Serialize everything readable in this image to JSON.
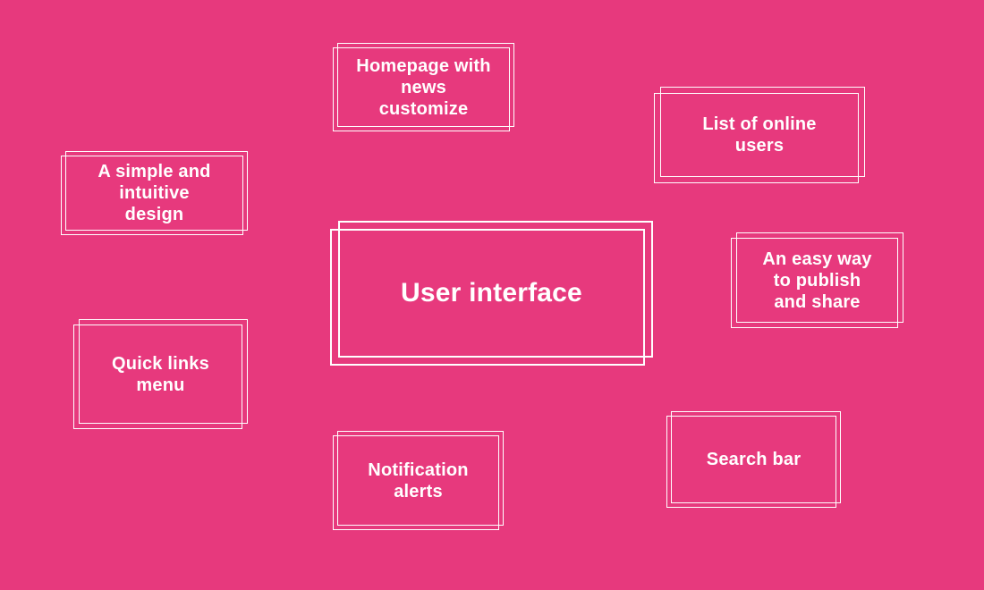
{
  "canvas": {
    "background_color": "#E7397D",
    "frame_line_color": "#FFFFFF",
    "text_color": "#FFFFFF"
  },
  "diagram": {
    "type": "mind-map",
    "center_label": "User interface",
    "nodes": [
      {
        "id": "user-interface",
        "role": "center",
        "label": "User interface"
      },
      {
        "id": "homepage-news",
        "role": "satellite",
        "label": "Homepage with\nnews\ncustomize"
      },
      {
        "id": "online-users",
        "role": "satellite",
        "label": "List of online\nusers"
      },
      {
        "id": "simple-design",
        "role": "satellite",
        "label": "A simple and\nintuitive\ndesign"
      },
      {
        "id": "publish-share",
        "role": "satellite",
        "label": "An easy way\nto publish\nand share"
      },
      {
        "id": "quick-links",
        "role": "satellite",
        "label": "Quick links\nmenu"
      },
      {
        "id": "notification-alerts",
        "role": "satellite",
        "label": "Notification\nalerts"
      },
      {
        "id": "search-bar",
        "role": "satellite",
        "label": "Search bar"
      }
    ]
  }
}
